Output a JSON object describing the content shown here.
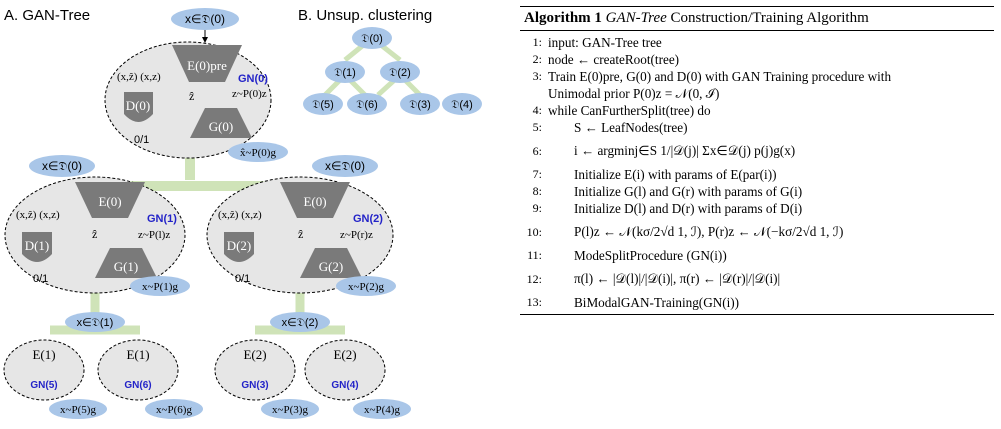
{
  "figure": {
    "panel_a_title": "A. GAN-Tree",
    "panel_b_title": "B. Unsup. clustering",
    "colors": {
      "node_fill": "#e6e6e6",
      "block": "#7a7a7a",
      "data_ellipse": "#a9c6e8",
      "tree_edge": "#cfe3b8",
      "gn_label": "#2323c8"
    },
    "labels": {
      "input_root": "x∈𝔇(0)",
      "encoder_pre": "E(0)pre",
      "gn_root": "GN(0)",
      "pair_root": "(x,ẑ)   (x,z)",
      "d0": "D(0)",
      "zhat": "ẑ",
      "z_prior_root": "z~P(0)z",
      "g0": "G(0)",
      "out01": "0/1",
      "xhat_out": "x̂~P(0)g",
      "gn1": "GN(1)",
      "gn2": "GN(2)",
      "e0": "E(0)",
      "d1": "D(1)",
      "d2": "D(2)",
      "g1": "G(1)",
      "g2": "G(2)",
      "z_prior_l": "z~P(l)z",
      "z_prior_r": "z~P(r)z",
      "x_out1": "x~P(1)g",
      "x_out2": "x~P(2)g",
      "input_d1": "x∈𝔇(1)",
      "input_d2": "x∈𝔇(2)",
      "e1": "E(1)",
      "e2": "E(2)",
      "gn5": "GN(5)",
      "gn6": "GN(6)",
      "gn3": "GN(3)",
      "gn4": "GN(4)",
      "x_out5": "x~P(5)g",
      "x_out6": "x~P(6)g",
      "x_out3": "x~P(3)g",
      "x_out4": "x~P(4)g"
    },
    "cluster_nodes": [
      "𝔇(0)",
      "𝔇(1)",
      "𝔇(2)",
      "𝔇(5)",
      "𝔇(6)",
      "𝔇(3)",
      "𝔇(4)"
    ]
  },
  "algorithm": {
    "title_bold": "Algorithm 1",
    "title_italic": "GAN-Tree",
    "title_rest": "Construction/Training Algorithm",
    "lines": [
      {
        "n": "1:",
        "text": "input: GAN-Tree tree"
      },
      {
        "n": "2:",
        "text": "node ← createRoot(tree)"
      },
      {
        "n": "3:",
        "text": "Train E(0)pre, G(0) and D(0) with GAN Training procedure with"
      },
      {
        "n": "",
        "text": "Unimodal prior P(0)z = 𝒩(0, ℐ)"
      },
      {
        "n": "4:",
        "text": "while CanFurtherSplit(tree) do"
      },
      {
        "n": "5:",
        "text": "S ← LeafNodes(tree)"
      },
      {
        "n": "6:",
        "text": "i ← argminj∈S 1/|𝒟(j)| Σx∈𝒟(j) p(j)g(x)"
      },
      {
        "n": "7:",
        "text": "Initialize E(i) with params of E(par(i))"
      },
      {
        "n": "8:",
        "text": "Initialize G(l) and G(r) with params of G(i)"
      },
      {
        "n": "9:",
        "text": "Initialize D(l) and D(r) with params of D(i)"
      },
      {
        "n": "10:",
        "text": "P(l)z ← 𝒩(kσ/2√d 1, ℐ), P(r)z ← 𝒩(−kσ/2√d 1, ℐ)"
      },
      {
        "n": "11:",
        "text": "ModeSplitProcedure (GN(i))"
      },
      {
        "n": "12:",
        "text": "π(l) ← |𝒟(l)|/|𝒟(i)|, π(r) ← |𝒟(r)|/|𝒟(i)|"
      },
      {
        "n": "13:",
        "text": "BiModalGAN-Training(GN(i))"
      }
    ]
  }
}
